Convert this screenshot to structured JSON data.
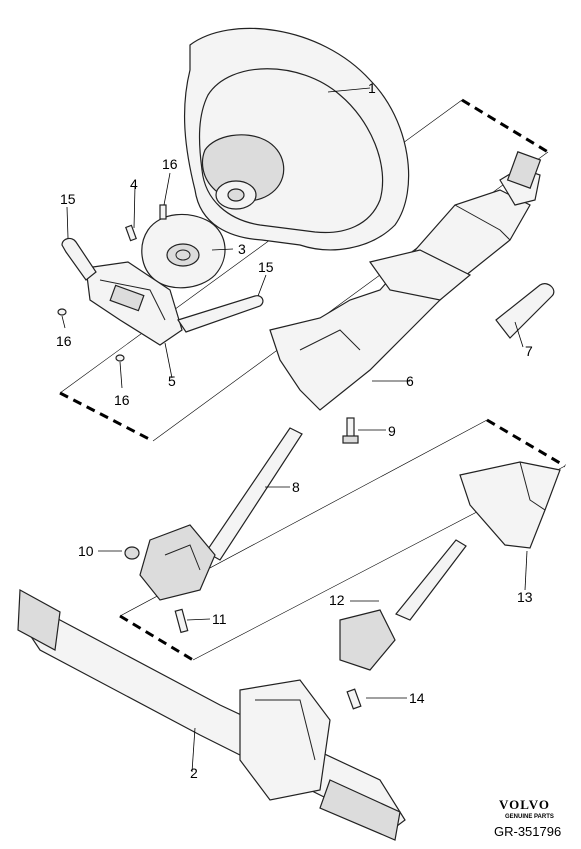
{
  "brand": {
    "name": "VOLVO",
    "tagline": "GENUINE PARTS"
  },
  "document_id": "GR-351796",
  "callouts": {
    "c1": "1",
    "c2": "2",
    "c3": "3",
    "c4": "4",
    "c5": "5",
    "c6": "6",
    "c7": "7",
    "c8": "8",
    "c9": "9",
    "c10": "10",
    "c11": "11",
    "c12": "12",
    "c13": "13",
    "c14": "14",
    "c15a": "15",
    "c15b": "15",
    "c16a": "16",
    "c16b": "16",
    "c16c": "16"
  }
}
